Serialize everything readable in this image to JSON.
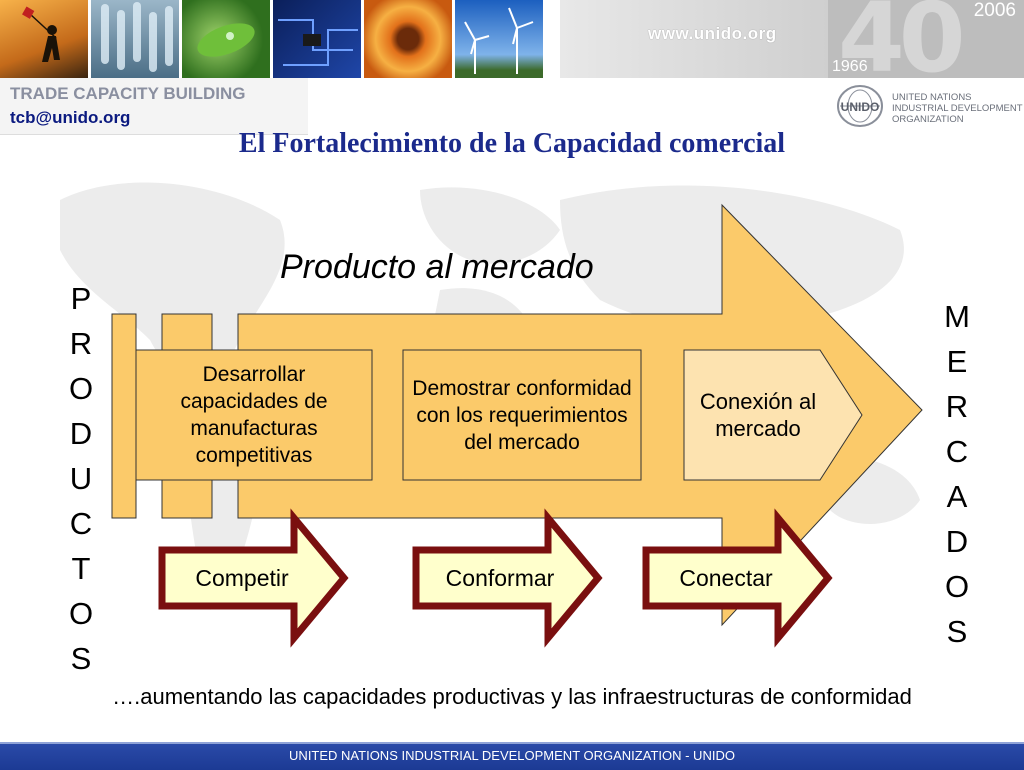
{
  "header": {
    "site_url": "www.unido.org",
    "year_start": "1966",
    "year_end": "2006",
    "anniversary_number": "40",
    "tcb_title": "TRADE CAPACITY BUILDING",
    "tcb_email": "tcb@unido.org",
    "org_logo_text": "UNIDO",
    "org_name_lines": [
      "UNITED NATIONS",
      "INDUSTRIAL DEVELOPMENT",
      "ORGANIZATION"
    ]
  },
  "slide": {
    "title": "El Fortalecimiento de la Capacidad comercial",
    "arrow_title": "Producto al mercado",
    "left_vertical": [
      "P",
      "R",
      "O",
      "D",
      "U",
      "C",
      "T",
      "O",
      "S"
    ],
    "right_vertical": [
      "M",
      "E",
      "R",
      "C",
      "A",
      "D",
      "O",
      "S"
    ],
    "boxes": [
      "Desarrollar capacidades de manufacturas competitivas",
      "Demostrar conformidad con los requerimientos del mercado",
      "Conexión al mercado"
    ],
    "small_arrows": [
      "Competir",
      "Conformar",
      "Conectar"
    ],
    "bottom_text": "….aumentando las capacidades productivas y las infraestructuras de conformidad"
  },
  "footer": {
    "text": "UNITED NATIONS INDUSTRIAL DEVELOPMENT ORGANIZATION - UNIDO"
  },
  "colors": {
    "arrow_fill": "#fbca6a",
    "arrow_light": "#fde3b0",
    "small_arrow_border": "#7a0f0f",
    "small_arrow_fill": "#ffffcc",
    "title_blue": "#1b2a8c",
    "footer_blue": "#1c3a94"
  }
}
